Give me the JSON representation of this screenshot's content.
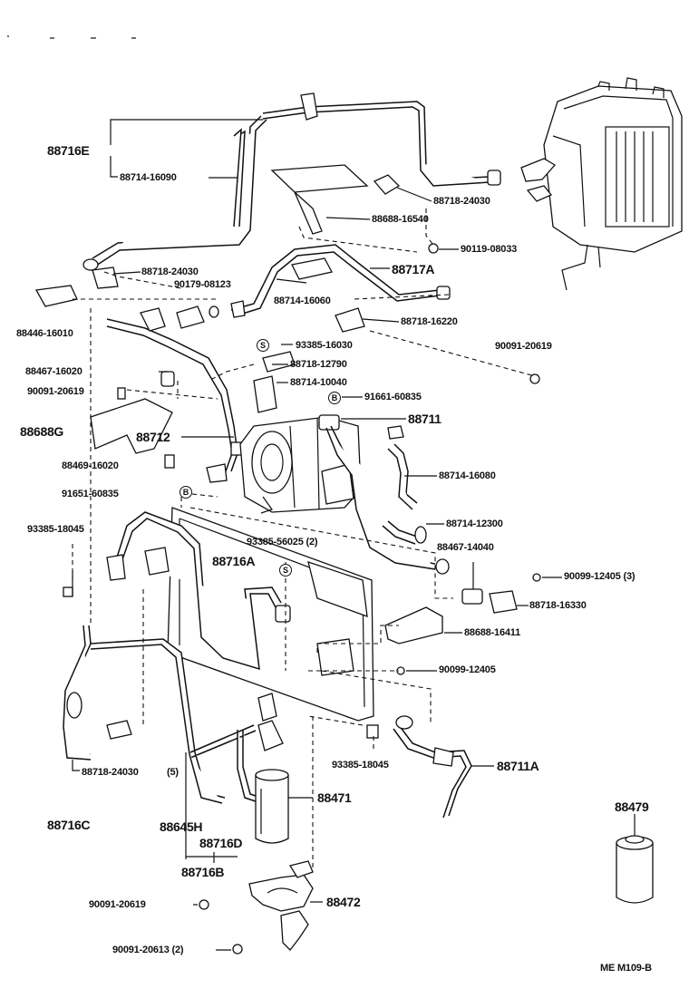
{
  "labels": {
    "p88716E": "88716E",
    "p88714_16090": "88714-16090",
    "p88718_24030_top": "88718-24030",
    "p88688_16540": "88688-16540",
    "p90119_08033": "90119-08033",
    "p88718_24030_left": "88718-24030",
    "p88717A": "88717A",
    "p90179_08123": "90179-08123",
    "p88714_16060": "88714-16060",
    "p88446_16010": "88446-16010",
    "p88718_16220": "88718-16220",
    "p93385_16030": "93385-16030",
    "p90091_20619_right": "90091-20619",
    "p88467_16020": "88467-16020",
    "p88718_12790": "88718-12790",
    "p90091_20619_left": "90091-20619",
    "p88714_10040": "88714-10040",
    "p91661_60835_top": "91661-60835",
    "p88688G": "88688G",
    "p88712": "88712",
    "p88711": "88711",
    "p88469_16020": "88469-16020",
    "p88714_16080": "88714-16080",
    "p91651_60835": "91651-60835",
    "p88714_12300": "88714-12300",
    "p93385_18045_left": "93385-18045",
    "p93385_56025": "93385-56025 (2)",
    "p88467_14040": "88467-14040",
    "p88716A": "88716A",
    "p90099_12405_3": "90099-12405 (3)",
    "p88718_16330": "88718-16330",
    "p88688_16411": "88688-16411",
    "p90099_12405": "90099-12405",
    "p93385_18045_bottom": "93385-18045",
    "p88711A": "88711A",
    "p88718_24030_bottom": "88718-24030",
    "p88718_24030_bottom_qty": "(5)",
    "p88471": "88471",
    "p88479": "88479",
    "p88716C": "88716C",
    "p88645H": "88645H",
    "p88716D": "88716D",
    "p88716B": "88716B",
    "p88472": "88472",
    "p90091_20619_bottom": "90091-20619",
    "p90091_20613": "90091-20613 (2)",
    "footer": "ME  M109-B"
  },
  "markers": {
    "s_marker_1": "S",
    "b_marker_1": "B",
    "b_marker_2": "B",
    "s_marker_2": "S"
  }
}
